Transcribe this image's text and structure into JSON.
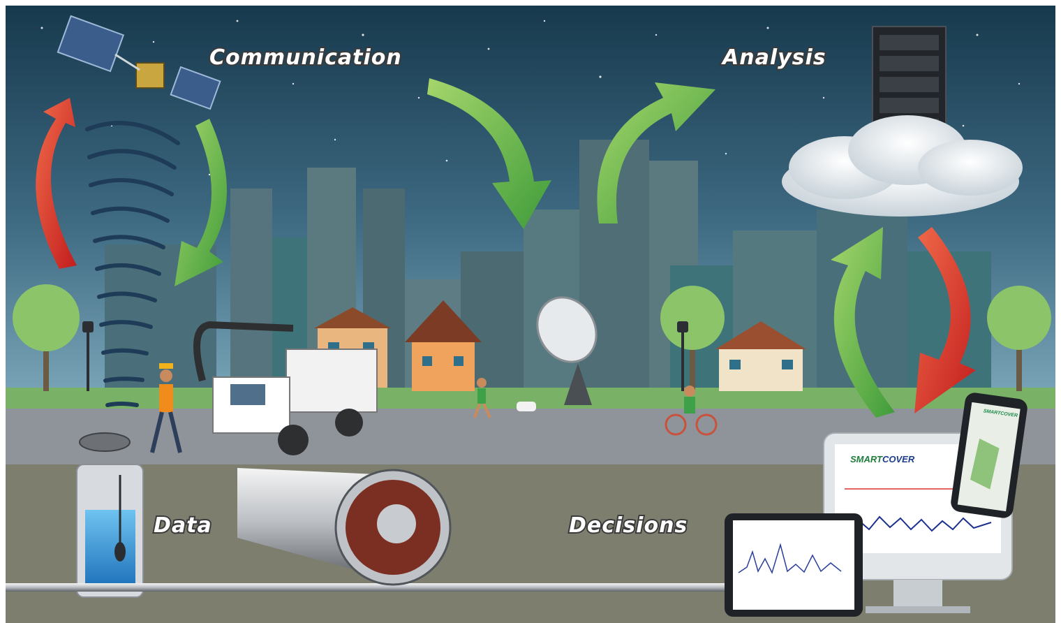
{
  "labels": {
    "communication": "Communication",
    "analysis": "Analysis",
    "data": "Data",
    "decisions": "Decisions"
  },
  "brand": {
    "monitor_logo_main": "SMART",
    "monitor_logo_suffix": "COVER",
    "phone_logo": "SMARTCOVER"
  },
  "colors": {
    "sky_top": "#17394d",
    "sky_bottom": "#5f8fa7",
    "green_arrow": "#6fc04a",
    "red_arrow": "#d9332a",
    "ground": "#7e7e6f",
    "road": "#8f949a",
    "grass": "#79b166"
  }
}
